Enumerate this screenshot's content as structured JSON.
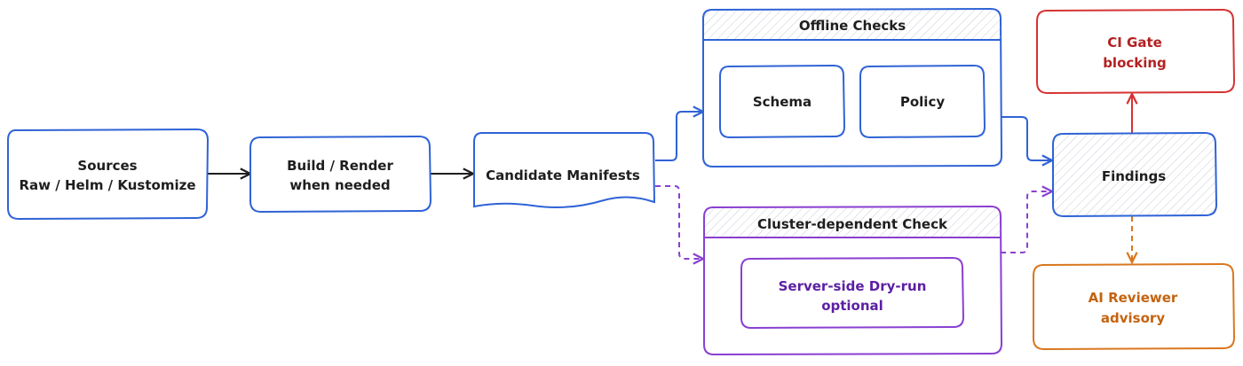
{
  "colors": {
    "blue": "#2f63d6",
    "purple": "#8a3fd1",
    "red": "#d63333",
    "orange": "#d9771f",
    "ink": "#1e1e1e",
    "red_text": "#b32121",
    "orange_text": "#c46310",
    "purple_text": "#5b1fa3"
  },
  "nodes": {
    "sources": {
      "line1": "Sources",
      "line2": "Raw / Helm / Kustomize"
    },
    "build": {
      "line1": "Build / Render",
      "line2": "when needed"
    },
    "candidate": {
      "label": "Candidate Manifests"
    },
    "offline": {
      "title": "Offline Checks"
    },
    "schema": {
      "label": "Schema"
    },
    "policy": {
      "label": "Policy"
    },
    "cluster": {
      "title": "Cluster-dependent Check"
    },
    "dryrun": {
      "line1": "Server-side Dry-run",
      "line2": "optional"
    },
    "findings": {
      "label": "Findings"
    },
    "ci_gate": {
      "line1": "CI Gate",
      "line2": "blocking"
    },
    "ai_reviewer": {
      "line1": "AI Reviewer",
      "line2": "advisory"
    }
  }
}
